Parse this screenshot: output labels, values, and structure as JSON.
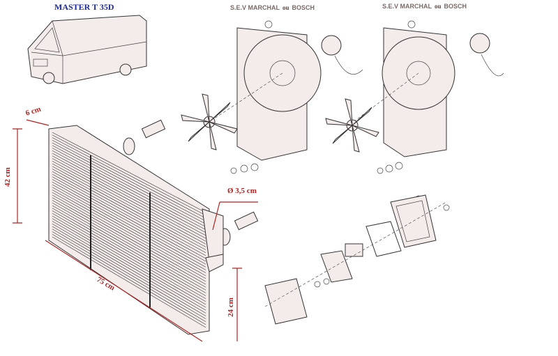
{
  "title": "MASTER  T 35D",
  "fan_assemblies": [
    {
      "brand": "S.E.V MARCHAL",
      "connector": "ou",
      "alt_brand": "BOSCH"
    },
    {
      "brand": "S.E.V MARCHAL",
      "connector": "ou",
      "alt_brand": "BOSCH"
    }
  ],
  "dimensions": {
    "depth": "6 cm",
    "height": "42 cm",
    "width": "75 cm",
    "tank_height": "24 cm",
    "hose_diameter": "Ø 3,5 cm"
  },
  "colors": {
    "title": "#1a2a9a",
    "dimension": "#b22222",
    "brand": "#7a6a66"
  }
}
